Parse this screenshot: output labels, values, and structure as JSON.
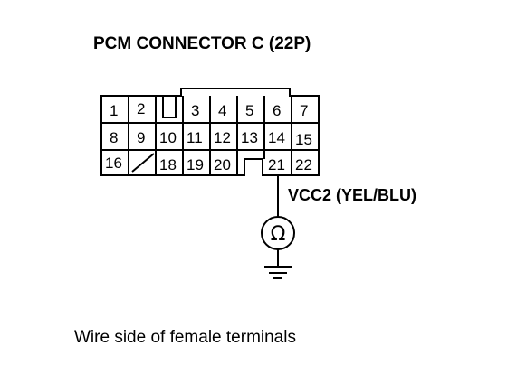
{
  "title": "PCM CONNECTOR C (22P)",
  "pins": {
    "p1": "1",
    "p2": "2",
    "p3": "3",
    "p4": "4",
    "p5": "5",
    "p6": "6",
    "p7": "7",
    "p8": "8",
    "p9": "9",
    "p10": "10",
    "p11": "11",
    "p12": "12",
    "p13": "13",
    "p14": "14",
    "p15": "15",
    "p16": "16",
    "p18": "18",
    "p19": "19",
    "p20": "20",
    "p21": "21",
    "p22": "22"
  },
  "wire_label": "VCC2 (YEL/BLU)",
  "meter_symbol": "Ω",
  "icons": {
    "meter": "ohmmeter-icon",
    "ground": "ground-icon"
  },
  "caption": "Wire side of female terminals"
}
